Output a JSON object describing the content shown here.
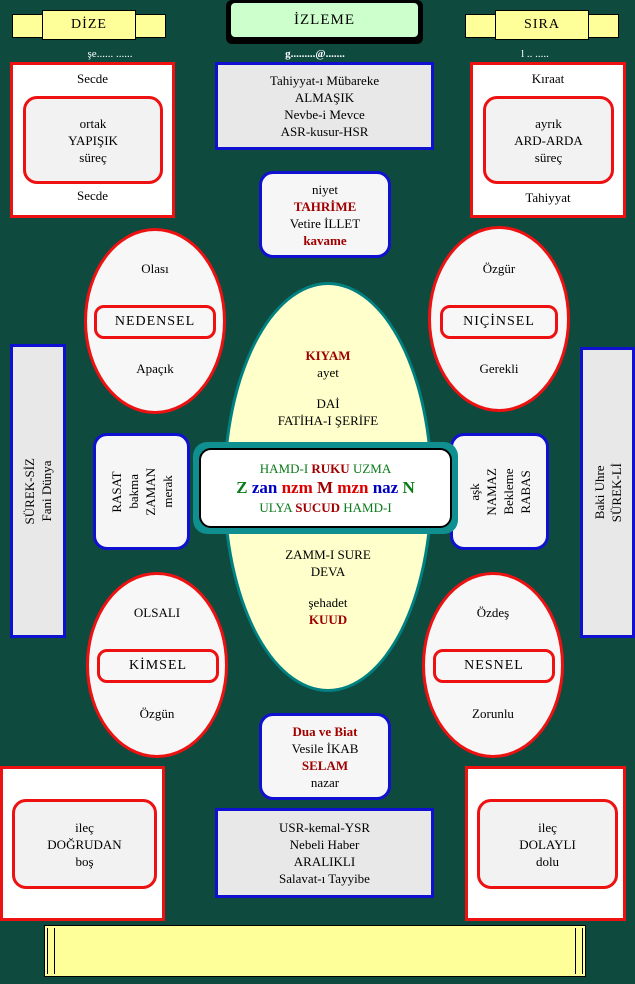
{
  "header": {
    "left_ribbon": "DİZE",
    "center_title": "İZLEME",
    "right_ribbon": "SIRA",
    "sub_left": "şe...... ......",
    "sub_center": "g.........@.......",
    "sub_right": "l .. ....."
  },
  "top_left": {
    "top": "Secde",
    "inner": [
      "ortak",
      "YAPIŞIK",
      "süreç"
    ],
    "bottom": "Secde"
  },
  "top_right": {
    "top": "Kıraat",
    "inner": [
      "ayrık",
      "ARD-ARDA",
      "süreç"
    ],
    "bottom": "Tahiyyat"
  },
  "top_center": [
    "Tahiyyat-ı Mübareke",
    "ALMAŞIK",
    "Nevbe-i Mevce",
    "ASR-kusur-HSR"
  ],
  "niyet": [
    "niyet",
    "TAHRİME",
    "Vetire İLLET",
    "kavame"
  ],
  "oval_nedensel": {
    "top": "Olası",
    "label": "NEDENSEL",
    "bottom": "Apaçık"
  },
  "oval_nicinsel": {
    "top": "Özgür",
    "label": "NIÇİNSEL",
    "bottom": "Gerekli"
  },
  "oval_kimsel": {
    "top": "OLSALI",
    "label": "KİMSEL",
    "bottom": "Özgün"
  },
  "oval_nesnel": {
    "top": "Özdeş",
    "label": "NESNEL",
    "bottom": "Zorunlu"
  },
  "center_oval": {
    "upper": [
      "KIYAM",
      "ayet",
      "DAİ",
      "FATİHA-I ŞERİFE"
    ],
    "lower": [
      "ZAMM-I SURE",
      "DEVA",
      "şehadet",
      "KUUD"
    ]
  },
  "center_bar": {
    "line1_a": "HAMD-I ",
    "line1_b": "RUKU",
    "line1_c": " UZMA",
    "line2_z": "Z ",
    "line2_zan": "zan ",
    "line2_nzm": "nzm ",
    "line2_m": "M ",
    "line2_mzn": "mzn ",
    "line2_naz": "naz ",
    "line2_n": "N",
    "line3_a": "ULYA ",
    "line3_b": "SUCUD",
    "line3_c": " HAMD-I"
  },
  "left_pill": [
    "RASAT",
    "bakma",
    "ZAMAN",
    "merak"
  ],
  "right_pill": [
    "aşk",
    "NAMAZ",
    "Bekleme",
    "RABAS"
  ],
  "left_sidebar": [
    "SÜREK-SİZ",
    "Fani Dünya"
  ],
  "right_sidebar": [
    "Baki Uhre",
    "SÜREK-Lİ"
  ],
  "dua": [
    "Dua ve Biat",
    "Vesile İKAB",
    "SELAM",
    "nazar"
  ],
  "bottom_left": [
    "ileç",
    "DOĞRUDAN",
    "boş"
  ],
  "bottom_right": [
    "ileç",
    "DOLAYLI",
    "dolu"
  ],
  "bottom_center": [
    "USR-kemal-YSR",
    "Nebeli Haber",
    "ARALIKLI",
    "Salavat-ı Tayyibe"
  ],
  "colors": {
    "background": "#0f4a3f",
    "red_border": "#ee1111",
    "blue_border": "#1010d0",
    "ribbon": "#ffff99",
    "title_bg": "#ccffcc",
    "oval_center": "#ffffcc",
    "oval_border": "#008080"
  }
}
